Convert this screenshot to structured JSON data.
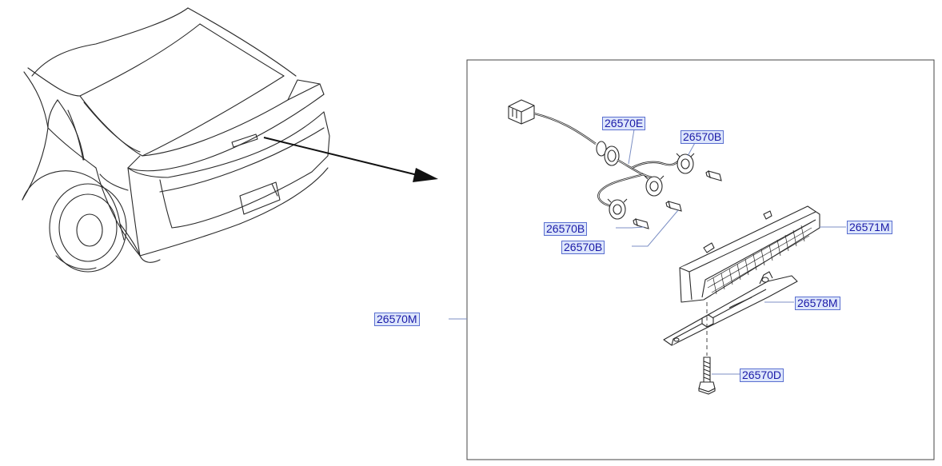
{
  "diagram": {
    "callouts": {
      "c_26570E": "26570E",
      "c_26570B_a": "26570B",
      "c_26570B_b": "26570B",
      "c_26570B_c": "26570B",
      "c_26571M": "26571M",
      "c_26578M": "26578M",
      "c_26570D": "26570D",
      "c_26570M": "26570M"
    }
  },
  "colors": {
    "line": "#2a2a2a",
    "callout_text": "#1a1aa8",
    "callout_bg": "#dde6fb",
    "callout_border": "#5a6fd0",
    "leader": "#7c8fc4"
  }
}
